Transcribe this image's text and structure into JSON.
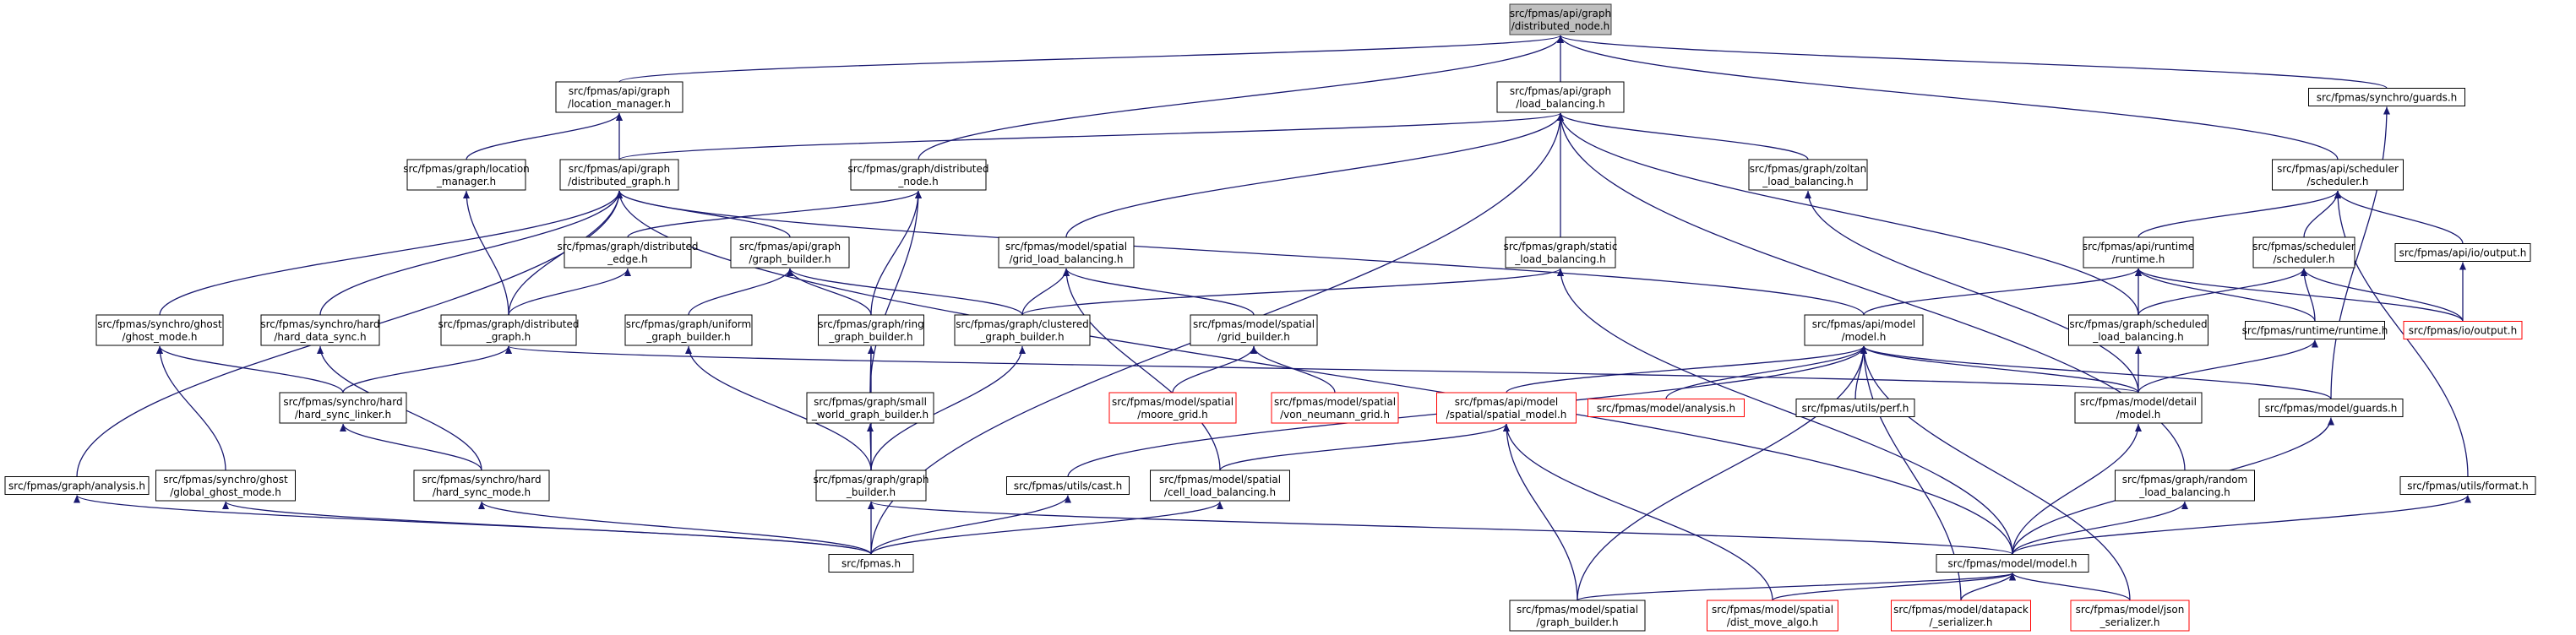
{
  "nodes": [
    {
      "id": "n0",
      "lines": [
        "src/fpmas/api/graph",
        "/distributed_node.h"
      ],
      "style": "root"
    },
    {
      "id": "n1",
      "lines": [
        "src/fpmas/api/graph",
        "/location_manager.h"
      ],
      "style": "normal"
    },
    {
      "id": "n2",
      "lines": [
        "src/fpmas/api/graph",
        "/load_balancing.h"
      ],
      "style": "normal"
    },
    {
      "id": "n3",
      "lines": [
        "src/fpmas/synchro/guards.h"
      ],
      "style": "normal"
    },
    {
      "id": "n4",
      "lines": [
        "src/fpmas/graph/location",
        "_manager.h"
      ],
      "style": "normal"
    },
    {
      "id": "n5",
      "lines": [
        "src/fpmas/api/graph",
        "/distributed_graph.h"
      ],
      "style": "normal"
    },
    {
      "id": "n6",
      "lines": [
        "src/fpmas/graph/distributed",
        "_node.h"
      ],
      "style": "normal"
    },
    {
      "id": "n7",
      "lines": [
        "src/fpmas/graph/zoltan",
        "_load_balancing.h"
      ],
      "style": "normal"
    },
    {
      "id": "n8",
      "lines": [
        "src/fpmas/api/scheduler",
        "/scheduler.h"
      ],
      "style": "normal"
    },
    {
      "id": "n9",
      "lines": [
        "src/fpmas/graph/distributed",
        "_edge.h"
      ],
      "style": "normal"
    },
    {
      "id": "n10",
      "lines": [
        "src/fpmas/api/graph",
        "/graph_builder.h"
      ],
      "style": "normal"
    },
    {
      "id": "n11",
      "lines": [
        "src/fpmas/model/spatial",
        "/grid_load_balancing.h"
      ],
      "style": "normal"
    },
    {
      "id": "n12",
      "lines": [
        "src/fpmas/graph/static",
        "_load_balancing.h"
      ],
      "style": "normal"
    },
    {
      "id": "n13",
      "lines": [
        "src/fpmas/api/runtime",
        "/runtime.h"
      ],
      "style": "normal"
    },
    {
      "id": "n14",
      "lines": [
        "src/fpmas/scheduler",
        "/scheduler.h"
      ],
      "style": "normal"
    },
    {
      "id": "n15",
      "lines": [
        "src/fpmas/api/io/output.h"
      ],
      "style": "normal"
    },
    {
      "id": "n16",
      "lines": [
        "src/fpmas/synchro/ghost",
        "/ghost_mode.h"
      ],
      "style": "normal"
    },
    {
      "id": "n17",
      "lines": [
        "src/fpmas/synchro/hard",
        "/hard_data_sync.h"
      ],
      "style": "normal"
    },
    {
      "id": "n18",
      "lines": [
        "src/fpmas/graph/distributed",
        "_graph.h"
      ],
      "style": "normal"
    },
    {
      "id": "n19",
      "lines": [
        "src/fpmas/graph/uniform",
        "_graph_builder.h"
      ],
      "style": "normal"
    },
    {
      "id": "n20",
      "lines": [
        "src/fpmas/graph/ring",
        "_graph_builder.h"
      ],
      "style": "normal"
    },
    {
      "id": "n21",
      "lines": [
        "src/fpmas/graph/clustered",
        "_graph_builder.h"
      ],
      "style": "normal"
    },
    {
      "id": "n22",
      "lines": [
        "src/fpmas/model/spatial",
        "/grid_builder.h"
      ],
      "style": "normal"
    },
    {
      "id": "n23",
      "lines": [
        "src/fpmas/api/model",
        "/model.h"
      ],
      "style": "normal"
    },
    {
      "id": "n24",
      "lines": [
        "src/fpmas/graph/scheduled",
        "_load_balancing.h"
      ],
      "style": "normal"
    },
    {
      "id": "n25",
      "lines": [
        "src/fpmas/runtime/runtime.h"
      ],
      "style": "normal"
    },
    {
      "id": "n26",
      "lines": [
        "src/fpmas/io/output.h"
      ],
      "style": "red"
    },
    {
      "id": "n27",
      "lines": [
        "src/fpmas/synchro/hard",
        "/hard_sync_linker.h"
      ],
      "style": "normal"
    },
    {
      "id": "n28",
      "lines": [
        "src/fpmas/graph/small",
        "_world_graph_builder.h"
      ],
      "style": "normal"
    },
    {
      "id": "n29",
      "lines": [
        "src/fpmas/model/spatial",
        "/moore_grid.h"
      ],
      "style": "red"
    },
    {
      "id": "n30",
      "lines": [
        "src/fpmas/model/spatial",
        "/von_neumann_grid.h"
      ],
      "style": "red"
    },
    {
      "id": "n31",
      "lines": [
        "src/fpmas/api/model",
        "/spatial/spatial_model.h"
      ],
      "style": "red"
    },
    {
      "id": "n32",
      "lines": [
        "src/fpmas/model/analysis.h"
      ],
      "style": "red"
    },
    {
      "id": "n33",
      "lines": [
        "src/fpmas/utils/perf.h"
      ],
      "style": "normal"
    },
    {
      "id": "n34",
      "lines": [
        "src/fpmas/model/detail",
        "/model.h"
      ],
      "style": "normal"
    },
    {
      "id": "n35",
      "lines": [
        "src/fpmas/model/guards.h"
      ],
      "style": "normal"
    },
    {
      "id": "n36",
      "lines": [
        "src/fpmas/graph/analysis.h"
      ],
      "style": "normal"
    },
    {
      "id": "n37",
      "lines": [
        "src/fpmas/synchro/ghost",
        "/global_ghost_mode.h"
      ],
      "style": "normal"
    },
    {
      "id": "n38",
      "lines": [
        "src/fpmas/synchro/hard",
        "/hard_sync_mode.h"
      ],
      "style": "normal"
    },
    {
      "id": "n39",
      "lines": [
        "src/fpmas/graph/graph",
        "_builder.h"
      ],
      "style": "normal"
    },
    {
      "id": "n40",
      "lines": [
        "src/fpmas/utils/cast.h"
      ],
      "style": "normal"
    },
    {
      "id": "n41",
      "lines": [
        "src/fpmas/model/spatial",
        "/cell_load_balancing.h"
      ],
      "style": "normal"
    },
    {
      "id": "n42",
      "lines": [
        "src/fpmas/graph/random",
        "_load_balancing.h"
      ],
      "style": "normal"
    },
    {
      "id": "n43",
      "lines": [
        "src/fpmas/utils/format.h"
      ],
      "style": "normal"
    },
    {
      "id": "n44",
      "lines": [
        "src/fpmas.h"
      ],
      "style": "normal"
    },
    {
      "id": "n45",
      "lines": [
        "src/fpmas/model/model.h"
      ],
      "style": "normal"
    },
    {
      "id": "n46",
      "lines": [
        "src/fpmas/model/spatial",
        "/graph_builder.h"
      ],
      "style": "normal"
    },
    {
      "id": "n47",
      "lines": [
        "src/fpmas/model/spatial",
        "/dist_move_algo.h"
      ],
      "style": "red"
    },
    {
      "id": "n48",
      "lines": [
        "src/fpmas/model/datapack",
        "/_serializer.h"
      ],
      "style": "red"
    },
    {
      "id": "n49",
      "lines": [
        "src/fpmas/model/json",
        "_serializer.h"
      ],
      "style": "red"
    }
  ],
  "edges": [
    [
      "n1",
      "n0"
    ],
    [
      "n2",
      "n0"
    ],
    [
      "n3",
      "n0"
    ],
    [
      "n6",
      "n0"
    ],
    [
      "n8",
      "n0"
    ],
    [
      "n4",
      "n1"
    ],
    [
      "n5",
      "n1"
    ],
    [
      "n5",
      "n2"
    ],
    [
      "n7",
      "n2"
    ],
    [
      "n11",
      "n2"
    ],
    [
      "n12",
      "n2"
    ],
    [
      "n24",
      "n2"
    ],
    [
      "n42",
      "n2"
    ],
    [
      "n44",
      "n2"
    ],
    [
      "n35",
      "n3"
    ],
    [
      "n18",
      "n4"
    ],
    [
      "n10",
      "n5"
    ],
    [
      "n16",
      "n5"
    ],
    [
      "n17",
      "n5"
    ],
    [
      "n18",
      "n5"
    ],
    [
      "n23",
      "n5"
    ],
    [
      "n36",
      "n5"
    ],
    [
      "n45",
      "n5"
    ],
    [
      "n9",
      "n6"
    ],
    [
      "n20",
      "n6"
    ],
    [
      "n28",
      "n6"
    ],
    [
      "n34",
      "n7"
    ],
    [
      "n13",
      "n8"
    ],
    [
      "n14",
      "n8"
    ],
    [
      "n15",
      "n8"
    ],
    [
      "n43",
      "n8"
    ],
    [
      "n18",
      "n9"
    ],
    [
      "n19",
      "n10"
    ],
    [
      "n20",
      "n10"
    ],
    [
      "n21",
      "n10"
    ],
    [
      "n21",
      "n11"
    ],
    [
      "n22",
      "n11"
    ],
    [
      "n41",
      "n11"
    ],
    [
      "n21",
      "n12"
    ],
    [
      "n45",
      "n12"
    ],
    [
      "n23",
      "n13"
    ],
    [
      "n24",
      "n13"
    ],
    [
      "n25",
      "n13"
    ],
    [
      "n26",
      "n13"
    ],
    [
      "n24",
      "n14"
    ],
    [
      "n25",
      "n14"
    ],
    [
      "n26",
      "n14"
    ],
    [
      "n26",
      "n15"
    ],
    [
      "n27",
      "n16"
    ],
    [
      "n37",
      "n16"
    ],
    [
      "n38",
      "n17"
    ],
    [
      "n27",
      "n18"
    ],
    [
      "n34",
      "n18"
    ],
    [
      "n39",
      "n19"
    ],
    [
      "n28",
      "n20"
    ],
    [
      "n39",
      "n20"
    ],
    [
      "n39",
      "n21"
    ],
    [
      "n29",
      "n22"
    ],
    [
      "n30",
      "n22"
    ],
    [
      "n31",
      "n23"
    ],
    [
      "n32",
      "n23"
    ],
    [
      "n33",
      "n23"
    ],
    [
      "n34",
      "n23"
    ],
    [
      "n35",
      "n23"
    ],
    [
      "n40",
      "n23"
    ],
    [
      "n46",
      "n23"
    ],
    [
      "n48",
      "n23"
    ],
    [
      "n49",
      "n23"
    ],
    [
      "n34",
      "n24"
    ],
    [
      "n34",
      "n25"
    ],
    [
      "n38",
      "n27"
    ],
    [
      "n39",
      "n28"
    ],
    [
      "n41",
      "n31"
    ],
    [
      "n46",
      "n31"
    ],
    [
      "n47",
      "n31"
    ],
    [
      "n45",
      "n34"
    ],
    [
      "n45",
      "n35"
    ],
    [
      "n44",
      "n36"
    ],
    [
      "n44",
      "n37"
    ],
    [
      "n44",
      "n38"
    ],
    [
      "n44",
      "n39"
    ],
    [
      "n45",
      "n39"
    ],
    [
      "n44",
      "n40"
    ],
    [
      "n44",
      "n41"
    ],
    [
      "n45",
      "n42"
    ],
    [
      "n45",
      "n43"
    ],
    [
      "n46",
      "n45"
    ],
    [
      "n47",
      "n45"
    ],
    [
      "n48",
      "n45"
    ],
    [
      "n49",
      "n45"
    ]
  ],
  "colors": {
    "edge": "#191970",
    "root_fill": "#bfbfbf",
    "red_border": "#ff0000"
  }
}
